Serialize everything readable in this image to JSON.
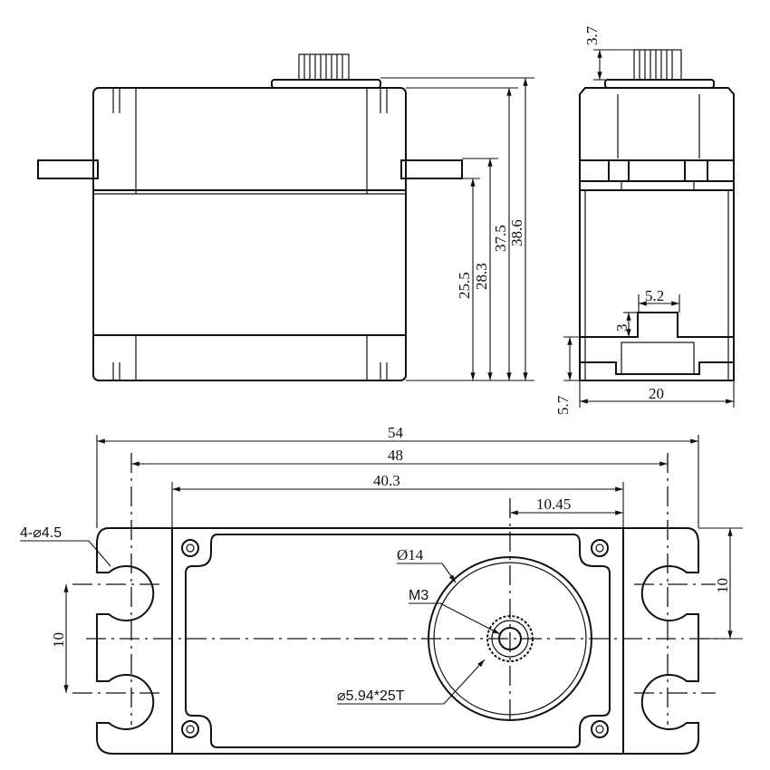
{
  "front_view": {
    "dims": {
      "d25_5": "25.5",
      "d28_3": "28.3",
      "d37_5": "37.5",
      "d38_6": "38.6"
    }
  },
  "side_view": {
    "dims": {
      "d3_7": "3.7",
      "d5_2": "5.2",
      "d3": "3",
      "d5_7": "5.7",
      "d20": "20"
    }
  },
  "bottom_view": {
    "dims": {
      "d54": "54",
      "d48": "48",
      "d40_3": "40.3",
      "d10_45": "10.45",
      "d10_right": "10",
      "d10_left": "10"
    },
    "callouts": {
      "holes": "4-⌀4.5",
      "horn_dia": "Ø14",
      "thread": "M3",
      "spline": "⌀5.94*25T"
    }
  }
}
